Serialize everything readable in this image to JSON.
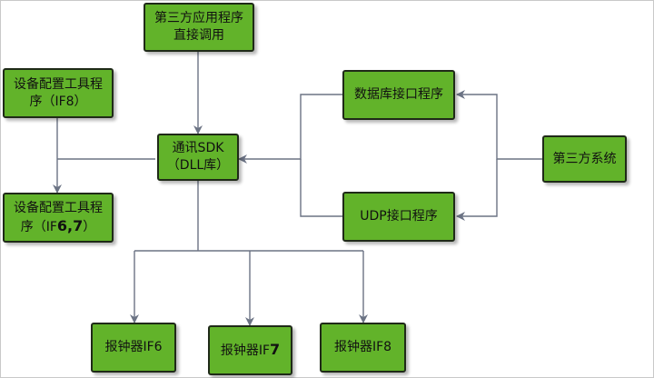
{
  "colors": {
    "node_fill": "#62b32a",
    "node_border": "#1f2a18",
    "connector": "#6b7384",
    "frame": "#c9c9c9"
  },
  "nodes": {
    "third_party_app": {
      "line1": "第三方应用程序",
      "line2": "直接调用"
    },
    "config_tool_if8": {
      "line1": "设备配置工具程",
      "line2a": "序（IF8）"
    },
    "comm_sdk": {
      "line1": "通讯SDK",
      "line2": "（DLL库）"
    },
    "config_tool_if67": {
      "line1": "设备配置工具程",
      "line2a": "序（IF",
      "line2b": "6,7",
      "line2c": "）"
    },
    "database_interface": {
      "label": "数据库接口程序"
    },
    "third_party_system": {
      "label": "第三方系统"
    },
    "udp_interface": {
      "label": "UDP接口程序"
    },
    "clock_if6": {
      "label": "报钟器IF6"
    },
    "clock_if7": {
      "label_a": "报钟器IF",
      "label_b": "7"
    },
    "clock_if8": {
      "label": "报钟器IF8"
    }
  }
}
